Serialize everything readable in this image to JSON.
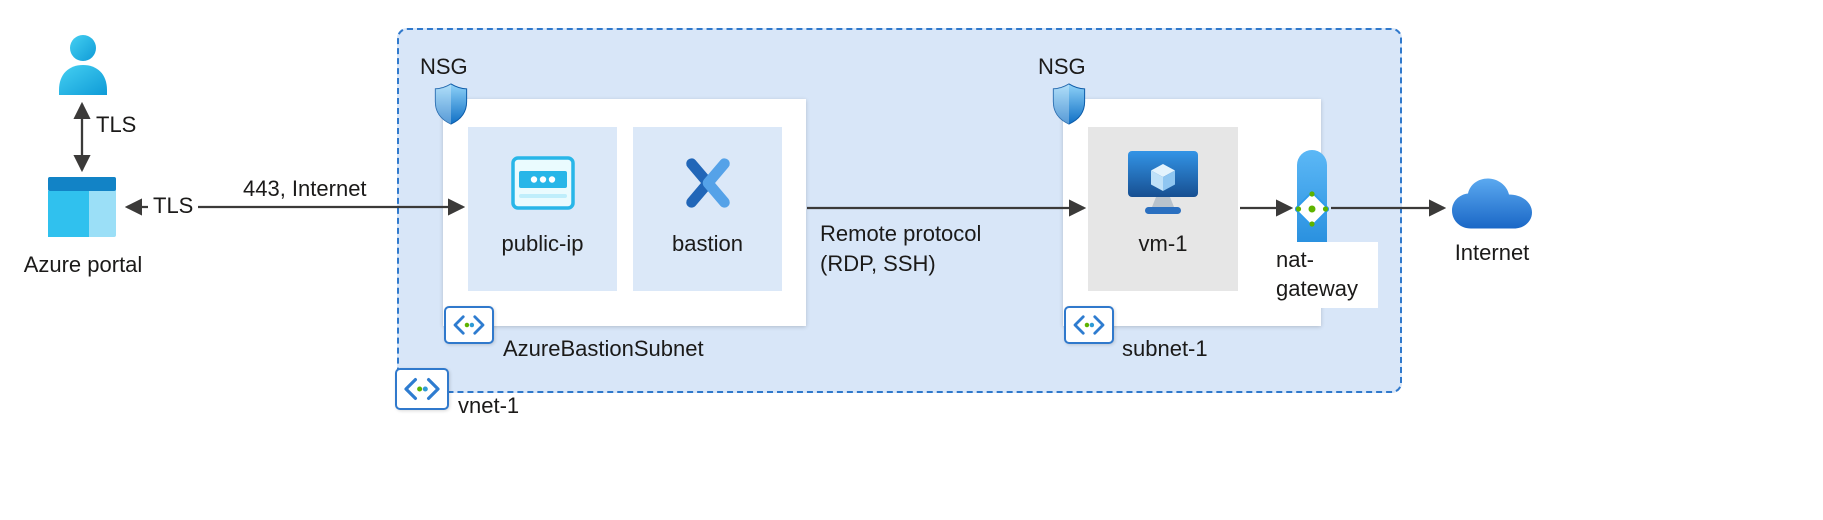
{
  "nodes": {
    "user": {
      "icon": "user-icon"
    },
    "azure_portal": {
      "label": "Azure portal",
      "icon": "azure-portal-icon"
    },
    "vnet": {
      "label": "vnet-1",
      "icon": "virtual-network-icon"
    },
    "bastion_subnet": {
      "label": "AzureBastionSubnet",
      "icon": "subnet-icon",
      "nsg_label": "NSG"
    },
    "subnet_1": {
      "label": "subnet-1",
      "icon": "subnet-icon",
      "nsg_label": "NSG"
    },
    "public_ip": {
      "label": "public-ip",
      "icon": "public-ip-browser-icon"
    },
    "bastion": {
      "label": "bastion",
      "icon": "bastion-icon"
    },
    "vm_1": {
      "label": "vm-1",
      "icon": "virtual-machine-icon"
    },
    "nat_gateway": {
      "label": "nat-gateway",
      "icon": "nat-gateway-icon"
    },
    "internet": {
      "label": "Internet",
      "icon": "internet-cloud-icon"
    }
  },
  "edges": {
    "user_portal": {
      "label": "TLS"
    },
    "portal_bastion": {
      "label": "TLS",
      "label2": "443, Internet"
    },
    "bastion_vm": {
      "label_line1": "Remote protocol",
      "label_line2": "(RDP, SSH)"
    }
  },
  "icons": {
    "user": "user-icon",
    "azure_portal": "azure-portal-icon",
    "nsg": "nsg-shield-icon",
    "public_ip": "public-ip-browser-icon",
    "bastion": "bastion-icon",
    "subnet": "subnet-icon",
    "vnet": "virtual-network-icon",
    "vm": "virtual-machine-icon",
    "nat_gateway": "nat-gateway-icon",
    "internet": "internet-cloud-icon"
  },
  "colors": {
    "vnet_fill": "#d8e6f8",
    "vnet_border": "#3079cc",
    "node_fill": "#dbe8f8",
    "vm_fill": "#e6e6e6",
    "box_fill": "#ffffff",
    "arrow": "#3b3a39",
    "text": "#1b1a19",
    "cyan": "#29b9e7",
    "green_dot": "#5db300"
  }
}
